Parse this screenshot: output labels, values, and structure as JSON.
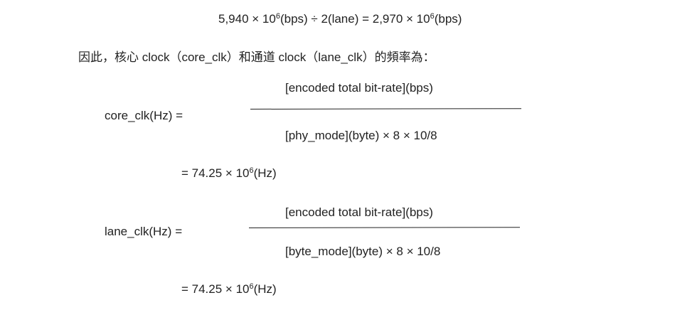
{
  "top_equation": {
    "lhs_mantissa": "5,940 × 10",
    "lhs_exp": "6",
    "lhs_rest": "(bps) ÷ 2(lane) = 2,970 × 10",
    "rhs_exp": "6",
    "rhs_unit": "(bps)"
  },
  "intro_sentence": "因此，核心 clock（core_clk）和通道 clock（lane_clk）的頻率為：",
  "core_clk": {
    "lhs": "core_clk(Hz) =",
    "numerator": "[encoded total bit-rate](bps)",
    "denominator": "[phy_mode](byte) × 8 × 10/8",
    "result_prefix": "= 74.25 × 10",
    "result_exp": "6",
    "result_unit": "(Hz)"
  },
  "lane_clk": {
    "lhs": "lane_clk(Hz) =",
    "numerator": "[encoded total bit-rate](bps)",
    "denominator": "[byte_mode](byte) × 8 × 10/8",
    "result_prefix": "= 74.25 × 10",
    "result_exp": "6",
    "result_unit": "(Hz)"
  }
}
